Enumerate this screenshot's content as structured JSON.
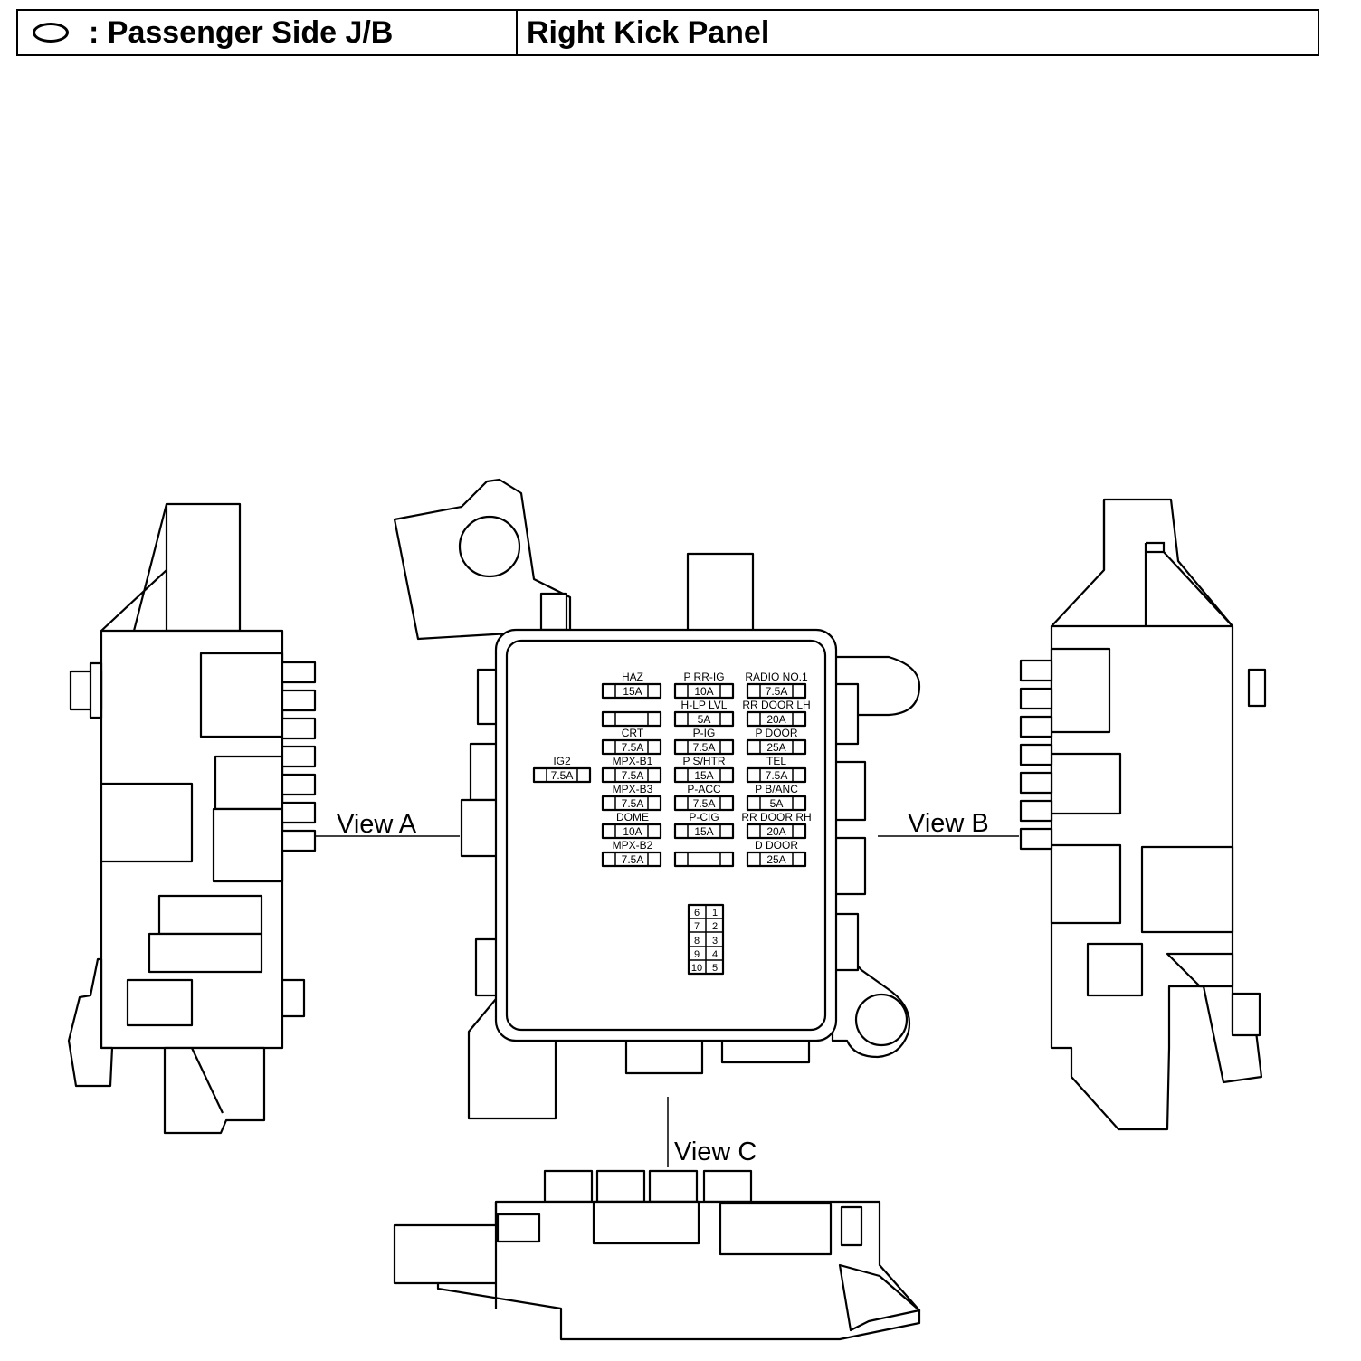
{
  "header": {
    "symbol": "oval-icon",
    "left_label": ": Passenger Side J/B",
    "right_label": "Right Kick Panel"
  },
  "views": {
    "a": "View A",
    "b": "View B",
    "c": "View C"
  },
  "fuses": [
    {
      "id": "haz",
      "label": "HAZ",
      "amp": "15A"
    },
    {
      "id": "p-rr-ig",
      "label": "P RR-IG",
      "amp": "10A"
    },
    {
      "id": "radio-no1",
      "label": "RADIO NO.1",
      "amp": "7.5A"
    },
    {
      "id": "blank-1",
      "label": "",
      "amp": ""
    },
    {
      "id": "h-lp-lvl",
      "label": "H-LP LVL",
      "amp": "5A"
    },
    {
      "id": "rr-door-lh",
      "label": "RR DOOR LH",
      "amp": "20A"
    },
    {
      "id": "crt",
      "label": "CRT",
      "amp": "7.5A"
    },
    {
      "id": "p-ig",
      "label": "P-IG",
      "amp": "7.5A"
    },
    {
      "id": "p-door",
      "label": "P DOOR",
      "amp": "25A"
    },
    {
      "id": "ig2",
      "label": "IG2",
      "amp": "7.5A"
    },
    {
      "id": "mpx-b1",
      "label": "MPX-B1",
      "amp": "7.5A"
    },
    {
      "id": "p-s-htr",
      "label": "P S/HTR",
      "amp": "15A"
    },
    {
      "id": "tel",
      "label": "TEL",
      "amp": "7.5A"
    },
    {
      "id": "mpx-b3",
      "label": "MPX-B3",
      "amp": "7.5A"
    },
    {
      "id": "p-acc",
      "label": "P-ACC",
      "amp": "7.5A"
    },
    {
      "id": "p-b-anc",
      "label": "P B/ANC",
      "amp": "5A"
    },
    {
      "id": "dome",
      "label": "DOME",
      "amp": "10A"
    },
    {
      "id": "p-cig",
      "label": "P-CIG",
      "amp": "15A"
    },
    {
      "id": "rr-door-rh",
      "label": "RR DOOR RH",
      "amp": "20A"
    },
    {
      "id": "mpx-b2",
      "label": "MPX-B2",
      "amp": "7.5A"
    },
    {
      "id": "blank-2",
      "label": "",
      "amp": ""
    },
    {
      "id": "d-door",
      "label": "D DOOR",
      "amp": "25A"
    }
  ],
  "relay_terminals": [
    "6",
    "1",
    "7",
    "2",
    "8",
    "3",
    "9",
    "4",
    "10",
    "5"
  ]
}
